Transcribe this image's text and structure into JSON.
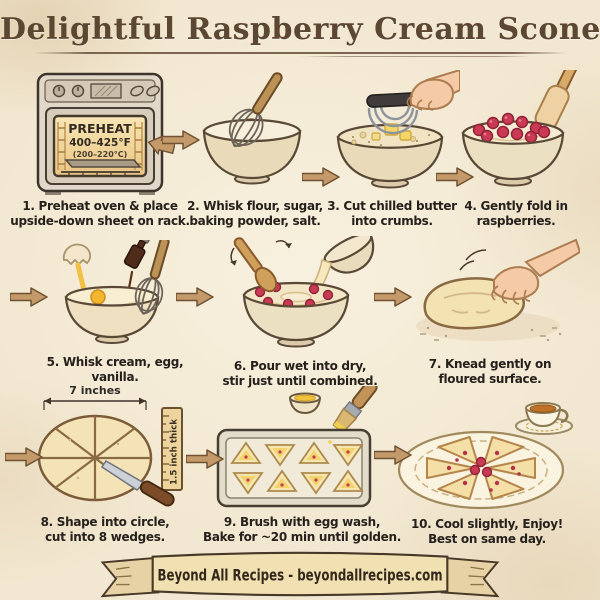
{
  "colors": {
    "parchment": "#f2e7d0",
    "ink": "#26211c",
    "title_brown": "#5c4733",
    "arrow_tan": "#c49a6a",
    "raspberry_red": "#cb3a55",
    "butter_yellow": "#f3d568",
    "cream": "#f6ecd3",
    "banner_cream": "#f0e0b2",
    "tea_brown": "#bd7226",
    "oven_glow": "#f5d9a0"
  },
  "title": {
    "text": "Delightful Raspberry Cream Scones"
  },
  "oven_display": {
    "line1": "PREHEAT",
    "line2": "400–425°F",
    "line3": "(200–220°C)"
  },
  "measurements": {
    "diameter": "7 inches",
    "thickness": "1.5 inch thick"
  },
  "steps": [
    {
      "line1": "1. Preheat oven & place",
      "line2": "upside-down sheet on rack."
    },
    {
      "line1": "2. Whisk flour, sugar,",
      "line2": "baking powder, salt."
    },
    {
      "line1": "3. Cut chilled butter",
      "line2": "into crumbs."
    },
    {
      "line1": "4. Gently fold in",
      "line2": "raspberries."
    },
    {
      "line1": "5. Whisk cream, egg,",
      "line2": "vanilla."
    },
    {
      "line1": "6. Pour wet into dry,",
      "line2": "stir just until combined."
    },
    {
      "line1": "7. Knead gently on",
      "line2": "floured surface."
    },
    {
      "line1": "8. Shape into circle,",
      "line2": "cut into 8 wedges."
    },
    {
      "line1": "9. Brush with egg wash,",
      "line2": "Bake for ~20 min until golden."
    },
    {
      "line1": "10. Cool slightly, Enjoy!",
      "line2": "Best on same day."
    }
  ],
  "footer": {
    "text": "Beyond All Recipes - beyondallrecipes.com"
  }
}
